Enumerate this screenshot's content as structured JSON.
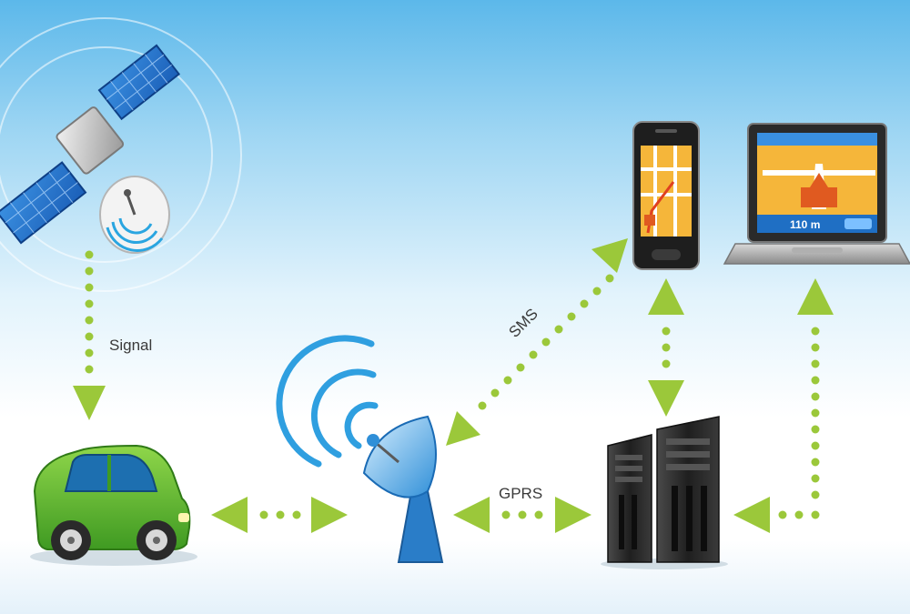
{
  "labels": {
    "signal": "Signal",
    "sms": "SMS",
    "gprs": "GPRS",
    "laptop_distance": "110 m"
  },
  "nodes": [
    {
      "id": "satellite",
      "icon": "satellite-icon"
    },
    {
      "id": "car",
      "icon": "car-icon"
    },
    {
      "id": "antenna",
      "icon": "satellite-dish-icon"
    },
    {
      "id": "phone",
      "icon": "smartphone-navigation-icon"
    },
    {
      "id": "laptop",
      "icon": "laptop-navigation-icon"
    },
    {
      "id": "servers",
      "icon": "server-icon"
    }
  ],
  "colors": {
    "arrow": "#9bc83a",
    "car": "#5cb82f",
    "signal_wave": "#2f9fe0",
    "server": "#2a2a2a",
    "map_orange": "#f5b63a"
  }
}
